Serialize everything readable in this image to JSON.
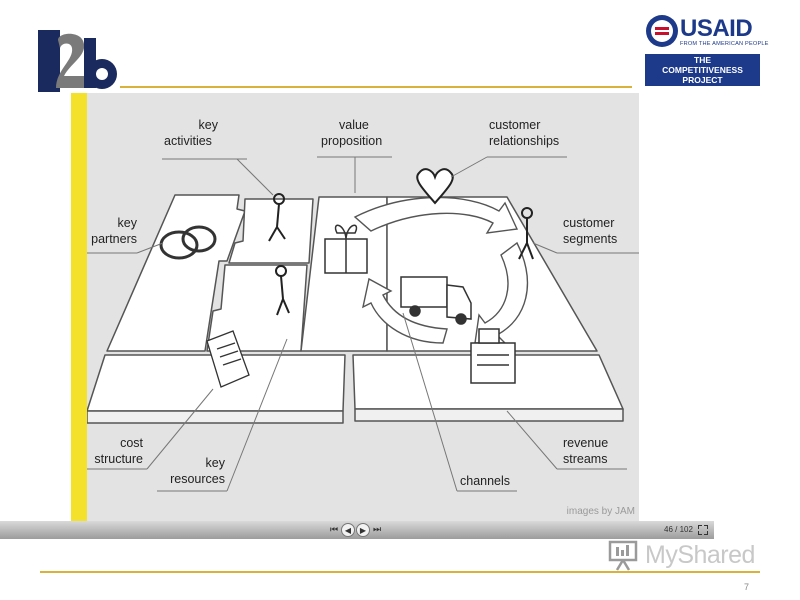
{
  "header": {
    "logo_text": "2b",
    "usaid_name": "USAID",
    "usaid_tagline": "FROM THE AMERICAN PEOPLE",
    "project_lines": [
      "THE",
      "COMPETITIVENESS",
      "PROJECT"
    ]
  },
  "canvas": {
    "labels": {
      "key_activities": [
        "key",
        "activities"
      ],
      "value_proposition": [
        "value",
        "proposition"
      ],
      "customer_relationships": [
        "customer",
        "relationships"
      ],
      "key_partners": [
        "key",
        "partners"
      ],
      "customer_segments": [
        "customer",
        "segments"
      ],
      "cost_structure": [
        "cost",
        "structure"
      ],
      "key_resources": [
        "key",
        "resources"
      ],
      "channels": [
        "channels"
      ],
      "revenue_streams": [
        "revenue",
        "streams"
      ]
    },
    "credit": "images by JAM"
  },
  "player": {
    "current_page": "46",
    "total_pages": "/ 102",
    "first_icon": "skip-first-icon",
    "prev_icon": "prev-icon",
    "next_icon": "next-icon",
    "last_icon": "skip-last-icon",
    "fullscreen_icon": "fullscreen-icon"
  },
  "watermark": "MyShared",
  "footer": {
    "page_number": "7"
  },
  "colors": {
    "accent_yellow": "#f3e12b",
    "rule_gold": "#d8b23a",
    "usaid_blue": "#1d3a8a",
    "canvas_bg": "#e4e3e4"
  }
}
